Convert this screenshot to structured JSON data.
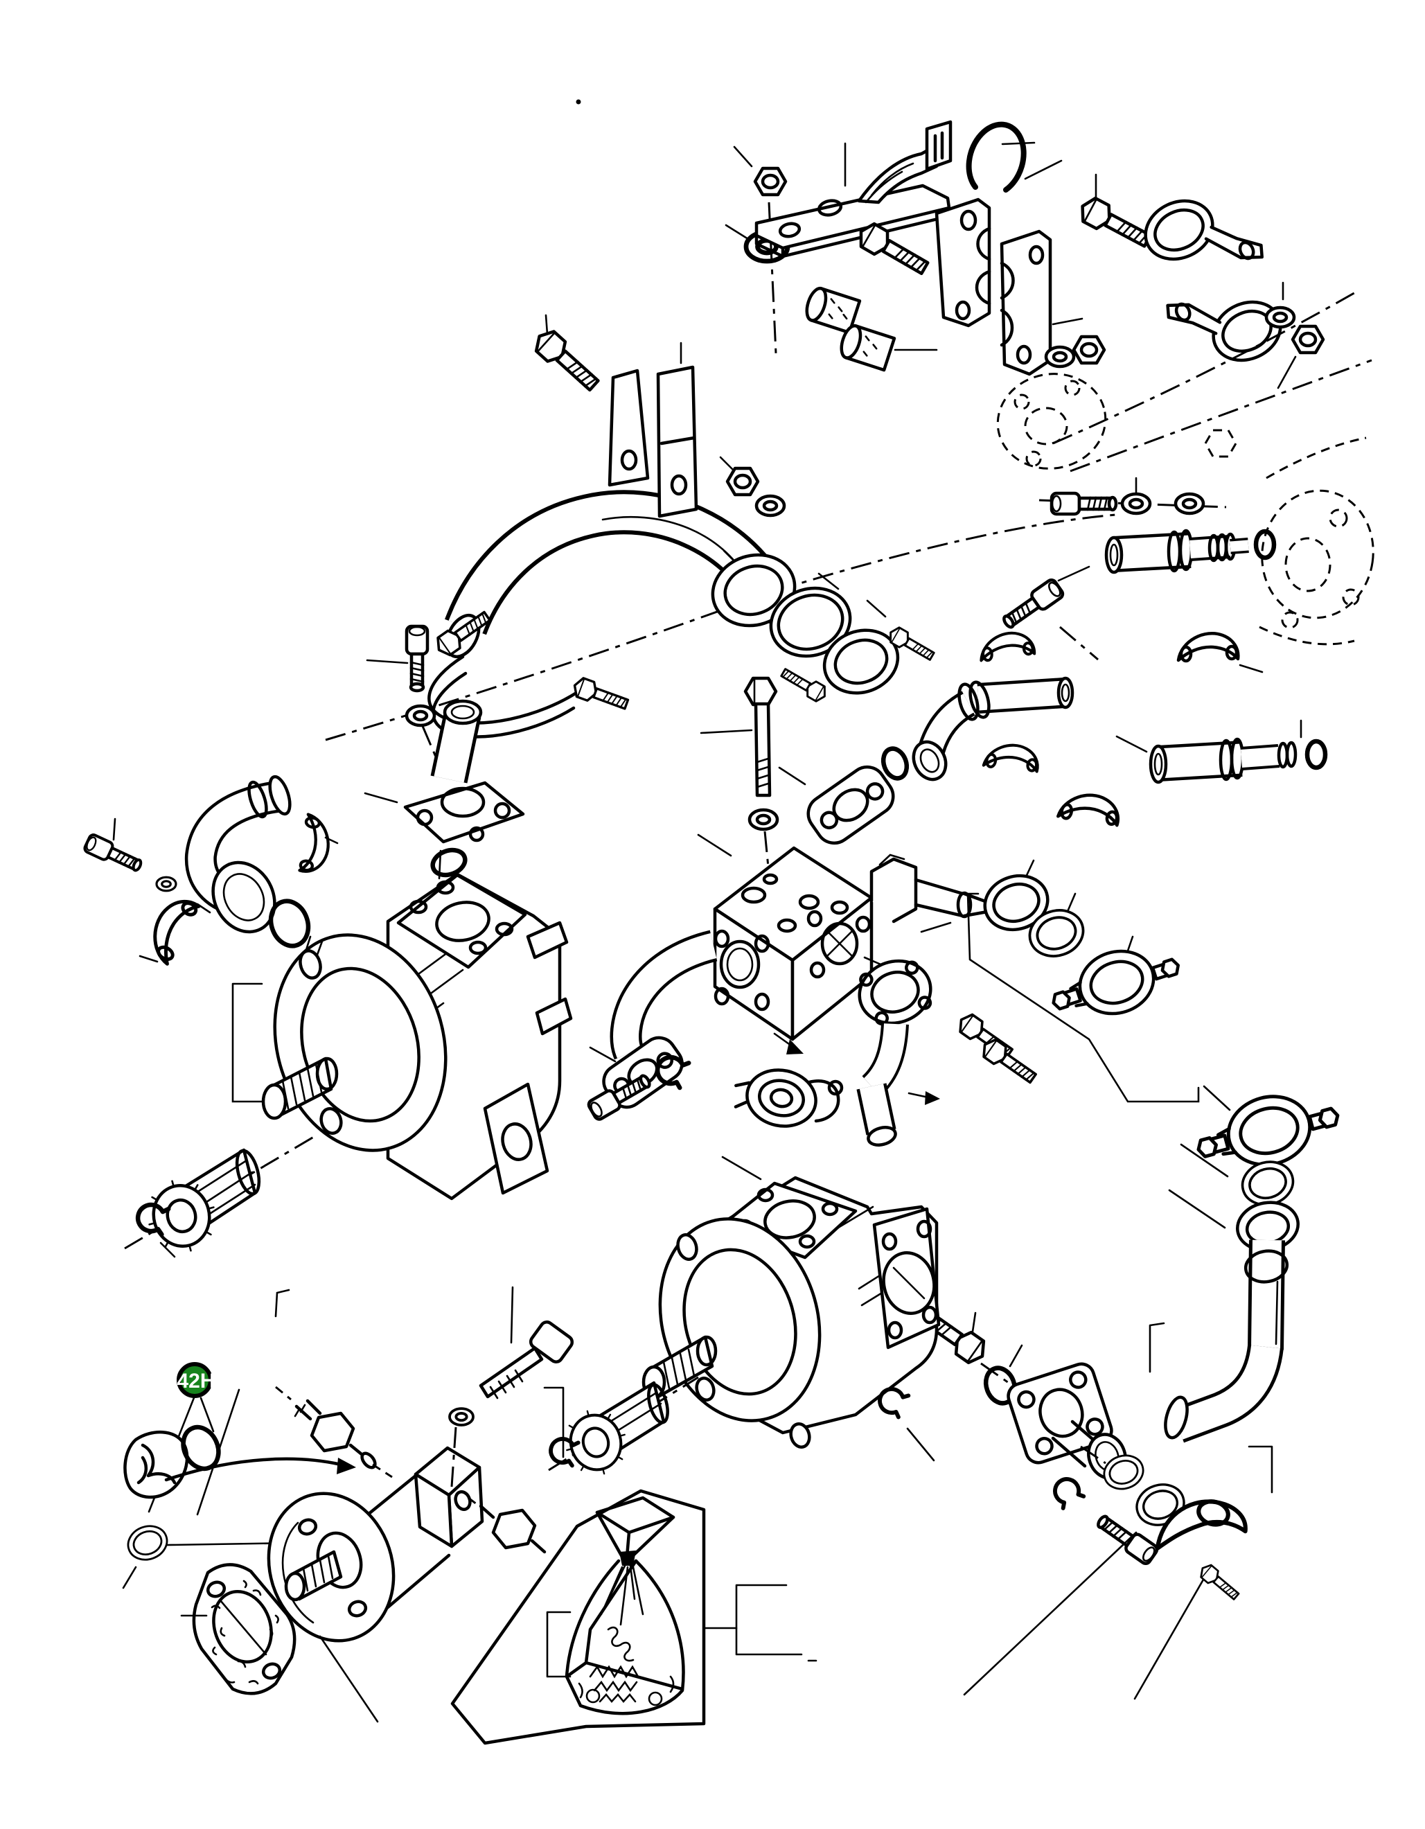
{
  "figure": {
    "type": "exploded-parts-diagram",
    "subject": "hydraulic pump group with fittings, clamps, hoses and service parts bag",
    "background": "#ffffff",
    "line_color": "#000000",
    "annotation_style": {
      "centerlines": "dash-dot",
      "ghost_parts": "dashed",
      "callout_frames": "corner brackets",
      "leader_lines": "thin solid"
    }
  },
  "badge": {
    "label": "42H",
    "fill": "#17831d",
    "border": "#000000",
    "text_color": "#ffffff"
  },
  "parts": [
    "mounting-bracket-assembly",
    "lock-nut",
    "flat-washer",
    "mounting-bar",
    "support-arm",
    "retaining-ring",
    "clamp-block-front",
    "clamp-block-rear",
    "hex-bolt",
    "spacer-bushing",
    "hose-clamp-cluster",
    "p-clamp",
    "ghost-flange",
    "upper-hydraulic-tube",
    "socket-bolt",
    "o-ring",
    "saddle-clamp",
    "lower-hydraulic-tube",
    "suction-hose-assembly",
    "hose-clamp-band",
    "stub-pipe",
    "square-flange",
    "sheet-bracket-pair",
    "seal-collar-set",
    "seal-ring",
    "gasket-ring",
    "bolted-collar",
    "outlet-pipe-elbow",
    "tube-flange",
    "manifold-assembly",
    "manifold-block",
    "relief-valve-stub",
    "suction-tube",
    "circlip",
    "flange-elbow-outlet",
    "round-flange",
    "drum-coupling",
    "worm-clamp",
    "flow-arrow",
    "ring-clamp-set",
    "bolt-coupling-clamp",
    "elbow-pipe-column",
    "bell-mouth-pipe",
    "elbow-pipe",
    "adapter-flange-cluster",
    "square-flange-adapter",
    "clamp-half",
    "pump-left",
    "pump-center",
    "splined-shaft",
    "gear-coupling",
    "left-hose-elbow",
    "gear-pump-assembly",
    "impeller-coupling",
    "shaft-seal",
    "hydraulic-fitting",
    "mounting-gasket",
    "service-parts-bag",
    "callout-frame",
    "centerline",
    "leader-line",
    "identification-badge"
  ]
}
